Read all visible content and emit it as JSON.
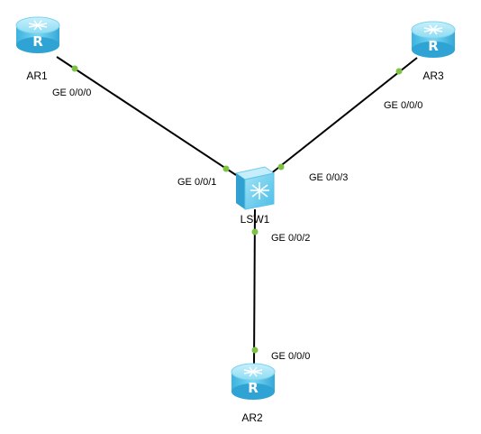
{
  "devices": {
    "ar1": {
      "label": "AR1",
      "type": "router",
      "icon": "router-icon",
      "glyph": "R"
    },
    "ar2": {
      "label": "AR2",
      "type": "router",
      "icon": "router-icon",
      "glyph": "R"
    },
    "ar3": {
      "label": "AR3",
      "type": "router",
      "icon": "router-icon",
      "glyph": "R"
    },
    "lsw1": {
      "label": "LSW1",
      "type": "switch",
      "icon": "switch-icon"
    }
  },
  "links": [
    {
      "from": "AR1",
      "to": "LSW1",
      "from_port": "GE 0/0/0",
      "to_port": "GE 0/0/1"
    },
    {
      "from": "AR3",
      "to": "LSW1",
      "from_port": "GE 0/0/0",
      "to_port": "GE 0/0/3"
    },
    {
      "from": "LSW1",
      "to": "AR2",
      "from_port": "GE 0/0/2",
      "to_port": "GE 0/0/0"
    }
  ],
  "colors": {
    "device_body": "#5bc8ea",
    "device_top": "#a6e4f6",
    "device_dark": "#2a9fce",
    "link": "#000000",
    "port_dot": "#7dc242"
  }
}
